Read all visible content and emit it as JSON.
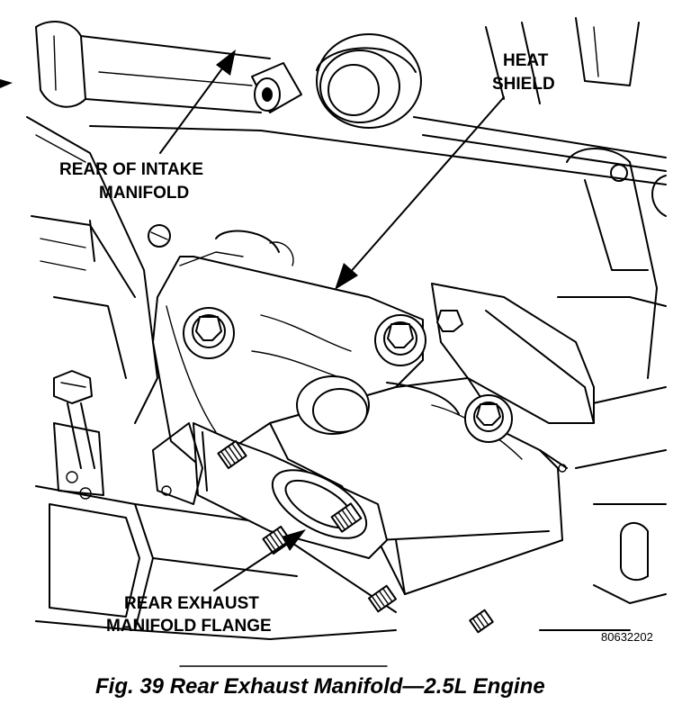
{
  "labels": {
    "rear_intake_line1": "REAR OF INTAKE",
    "rear_intake_line2": "MANIFOLD",
    "heat_shield_line1": "HEAT",
    "heat_shield_line2": "SHIELD",
    "flange_line1": "REAR EXHAUST",
    "flange_line2": "MANIFOLD FLANGE"
  },
  "figure_code": "80632202",
  "caption": "Fig. 39 Rear Exhaust Manifold—2.5L Engine"
}
